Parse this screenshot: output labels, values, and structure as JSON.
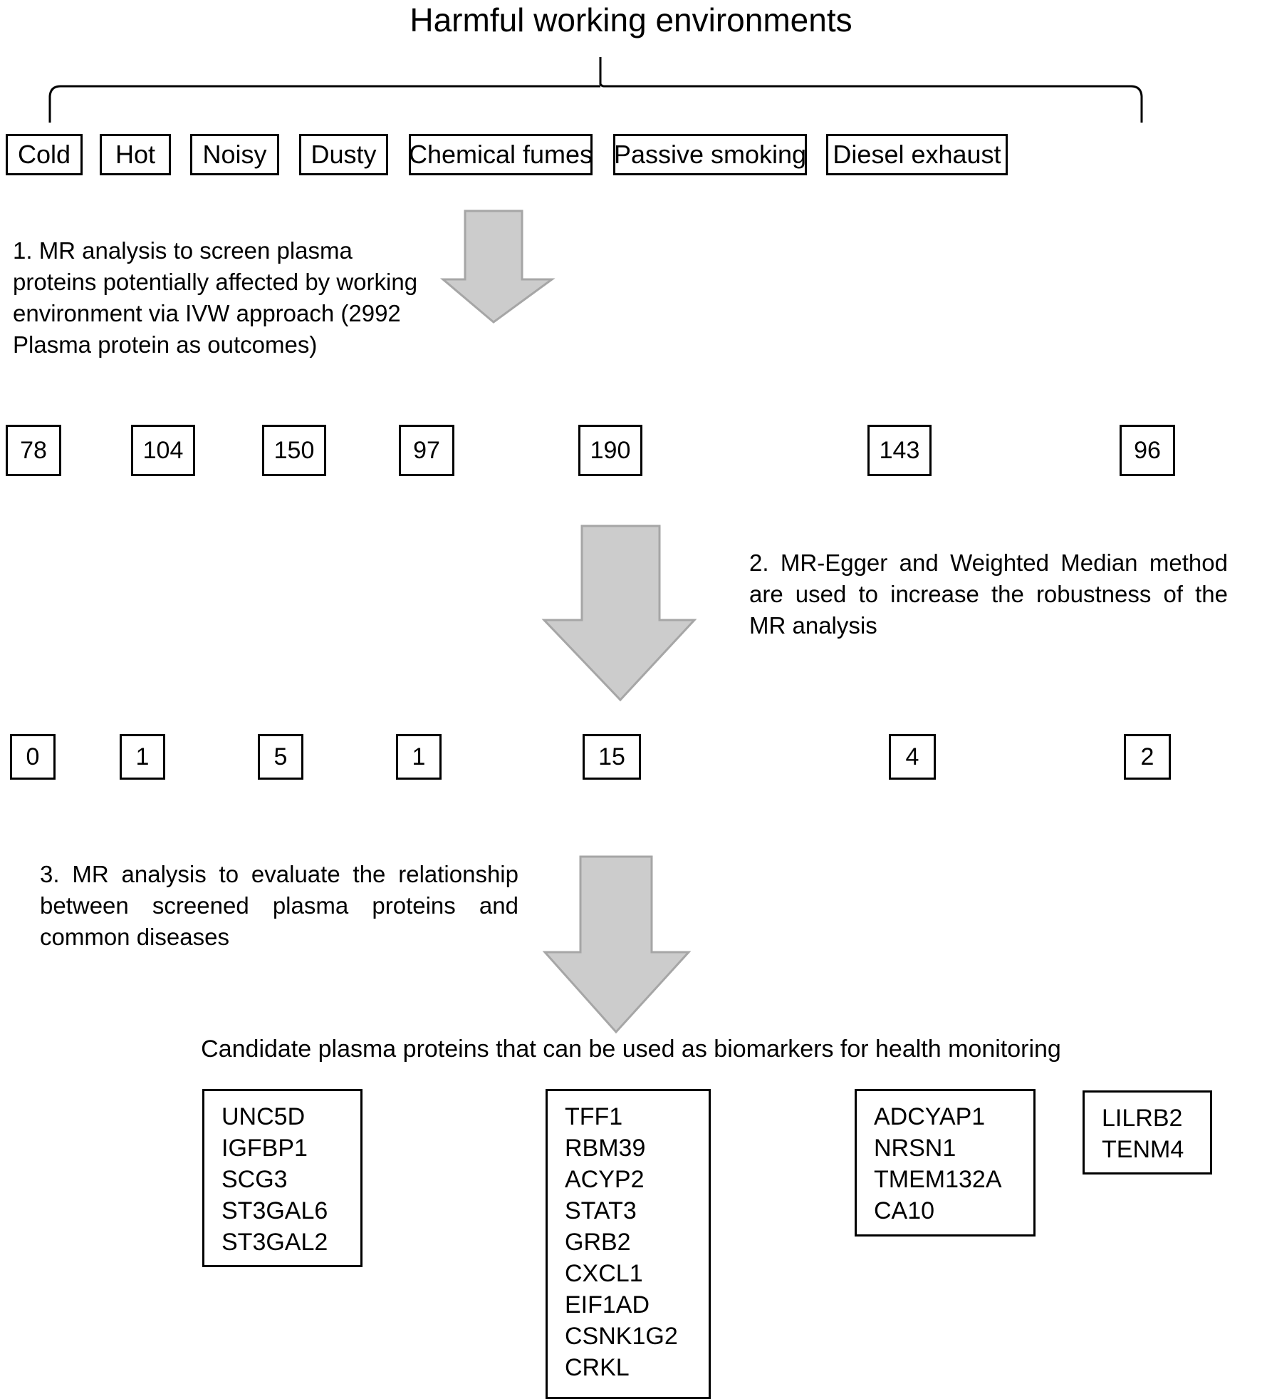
{
  "title": "Harmful working environments",
  "colors": {
    "stroke": "#000000",
    "arrow_fill": "#cccccc",
    "arrow_stroke": "#a6a6a6",
    "background": "#ffffff"
  },
  "exposures": [
    {
      "label": "Cold"
    },
    {
      "label": "Hot"
    },
    {
      "label": "Noisy"
    },
    {
      "label": "Dusty"
    },
    {
      "label": "Chemical fumes"
    },
    {
      "label": "Passive smoking"
    },
    {
      "label": "Diesel exhaust"
    }
  ],
  "steps": [
    {
      "id": "step-1",
      "text": "1. MR analysis to screen plasma proteins potentially affected by working environment via IVW approach (2992 Plasma protein as outcomes)"
    },
    {
      "id": "step-2",
      "text": "2. MR-Egger and Weighted Median method are used to increase the robustness of the MR analysis"
    },
    {
      "id": "step-3",
      "text": "3. MR analysis to evaluate the relationship between screened plasma proteins and common diseases"
    }
  ],
  "counts_ivw": [
    "78",
    "104",
    "150",
    "97",
    "190",
    "143",
    "96"
  ],
  "counts_sensitivity": [
    "0",
    "1",
    "5",
    "1",
    "15",
    "4",
    "2"
  ],
  "caption": "Candidate plasma proteins that can be used as biomarkers for health monitoring",
  "gene_boxes": [
    {
      "id": "gene-box-1",
      "genes": [
        "UNC5D",
        "IGFBP1",
        "SCG3",
        "ST3GAL6",
        "ST3GAL2"
      ]
    },
    {
      "id": "gene-box-2",
      "genes": [
        "TFF1",
        "RBM39",
        "ACYP2",
        "STAT3",
        "GRB2",
        "CXCL1",
        "EIF1AD",
        "CSNK1G2",
        "CRKL"
      ]
    },
    {
      "id": "gene-box-3",
      "genes": [
        "ADCYAP1",
        "NRSN1",
        "TMEM132A",
        "CA10"
      ]
    },
    {
      "id": "gene-box-4",
      "genes": [
        "LILRB2",
        "TENM4"
      ]
    }
  ],
  "arrows": [
    {
      "id": "arrow-1"
    },
    {
      "id": "arrow-2"
    },
    {
      "id": "arrow-3"
    }
  ]
}
